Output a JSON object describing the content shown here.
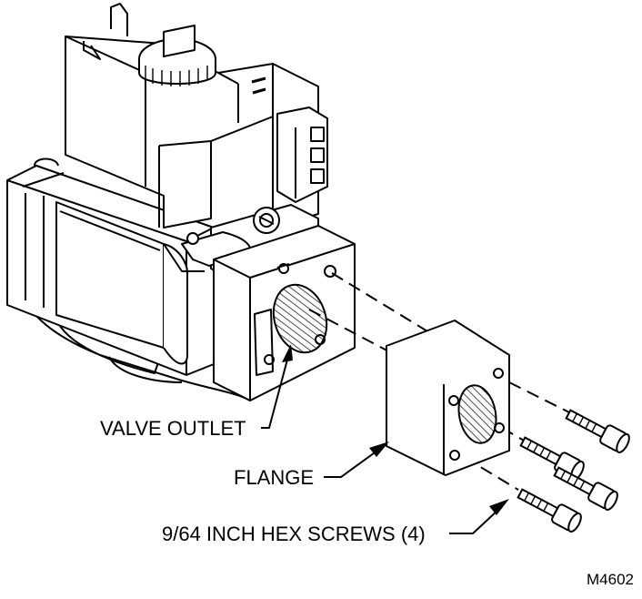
{
  "labels": {
    "valve_outlet": "VALVE OUTLET",
    "flange": "FLANGE",
    "hex_screws": "9/64 INCH HEX SCREWS (4)",
    "figure_code": "M4602"
  },
  "colors": {
    "line": "#000000",
    "fill": "#ffffff",
    "shade": "#e6e6e6"
  }
}
